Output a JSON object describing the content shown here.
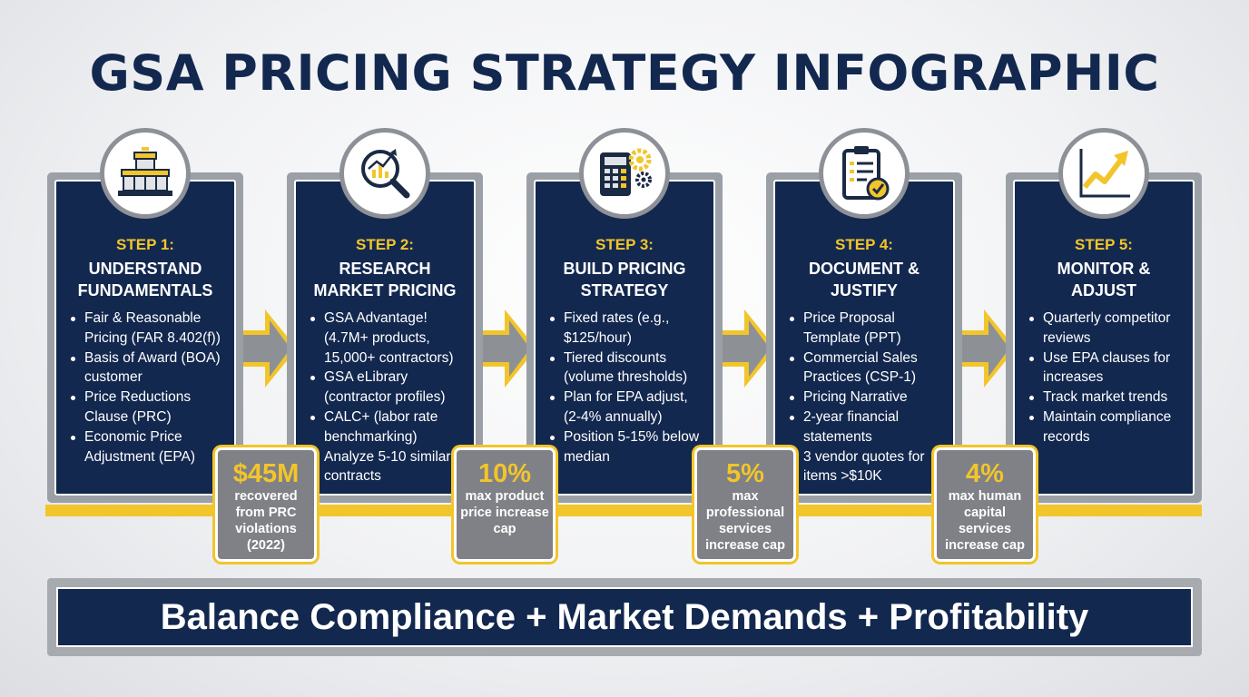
{
  "title": "GSA PRICING STRATEGY INFOGRAPHIC",
  "colors": {
    "navy": "#13284f",
    "gold": "#f2c52a",
    "gray": "#7f8186",
    "frame": "#9ba0a6"
  },
  "steps": [
    {
      "label": "STEP 1:",
      "title_line1": "UNDERSTAND",
      "title_line2": "FUNDAMENTALS",
      "icon": "building-columns-icon",
      "bullets": [
        "Fair & Reasonable Pricing (FAR 8.402(f))",
        "Basis of Award (BOA) customer",
        "Price Reductions Clause (PRC)",
        "Economic Price Adjustment (EPA)"
      ]
    },
    {
      "label": "STEP 2:",
      "title_line1": "RESEARCH",
      "title_line2": "MARKET PRICING",
      "icon": "magnifier-chart-icon",
      "bullets": [
        "GSA Advantage! (4.7M+ products, 15,000+ contractors)",
        "GSA eLibrary (contractor profiles)",
        "CALC+ (labor rate benchmarking)",
        "Analyze 5-10 similar contracts"
      ]
    },
    {
      "label": "STEP 3:",
      "title_line1": "BUILD PRICING",
      "title_line2": "STRATEGY",
      "icon": "calculator-gears-icon",
      "bullets": [
        "Fixed rates (e.g., $125/hour)",
        "Tiered discounts (volume thresholds)",
        "Plan for EPA adjust, (2-4% annually)",
        "Position 5-15% below median"
      ]
    },
    {
      "label": "STEP 4:",
      "title_line1": "DOCUMENT &",
      "title_line2": "JUSTIFY",
      "icon": "clipboard-check-icon",
      "bullets": [
        "Price Proposal Template (PPT)",
        "Commercial Sales Practices (CSP-1)",
        "Pricing Narrative",
        "2-year financial statements",
        "3 vendor quotes for items >$10K"
      ]
    },
    {
      "label": "STEP 5:",
      "title_line1": "MONITOR &",
      "title_line2": "ADJUST",
      "icon": "trend-chart-icon",
      "bullets": [
        "Quarterly competitor reviews",
        "Use EPA clauses for increases",
        "Track market trends",
        "Maintain compliance records"
      ]
    }
  ],
  "stats": [
    {
      "value": "$45M",
      "desc": "recovered from PRC violations (2022)"
    },
    {
      "value": "10%",
      "desc": "max product price increase cap"
    },
    {
      "value": "5%",
      "desc": "max professional services increase cap"
    },
    {
      "value": "4%",
      "desc": "max human capital services increase cap"
    }
  ],
  "banner": "Balance Compliance + Market Demands + Profitability"
}
